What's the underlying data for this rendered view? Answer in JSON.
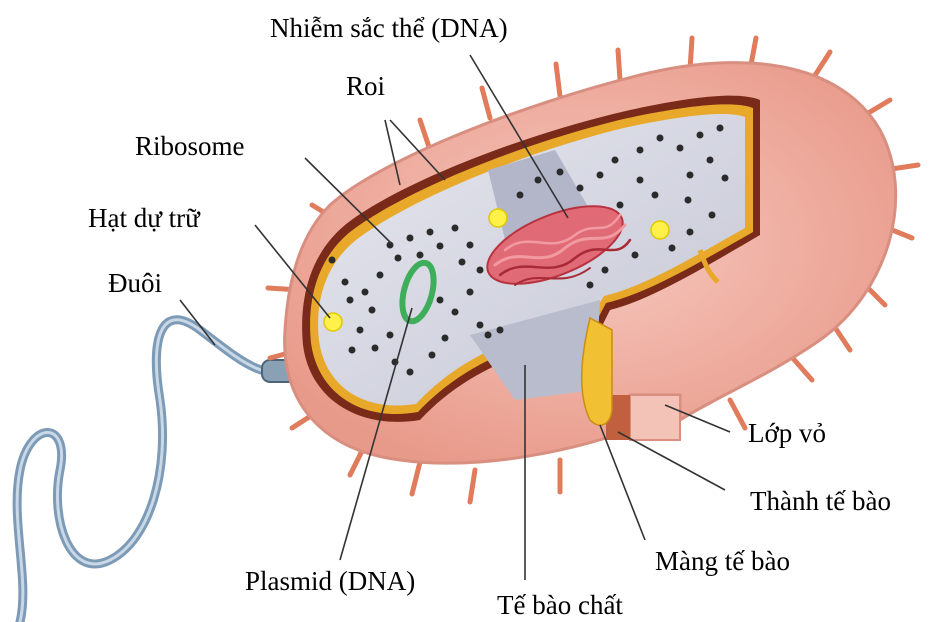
{
  "labels": {
    "chromosome": "Nhiễm sắc thể (DNA)",
    "flagella": "Roi",
    "ribosome": "Ribosome",
    "storage_granule": "Hạt dự trữ",
    "tail": "Đuôi",
    "capsule": "Lớp vỏ",
    "cell_wall": "Thành tế bào",
    "cell_membrane": "Màng tế bào",
    "plasmid": "Plasmid (DNA)",
    "cytoplasm": "Tế bào chất"
  },
  "colors": {
    "capsule": "#f2b3a6",
    "capsule_edge": "#d98f80",
    "pili": "#e07b5c",
    "cell_wall": "#7a2a18",
    "membrane": "#e8a82a",
    "cytoplasm": "#d7d8e3",
    "ribosome": "#2b2b2b",
    "granule": "#fff04a",
    "chromosome": "#d94b5a",
    "plasmid": "#3fae5a",
    "tail": "#8aa9c4",
    "leader": "#333333"
  }
}
